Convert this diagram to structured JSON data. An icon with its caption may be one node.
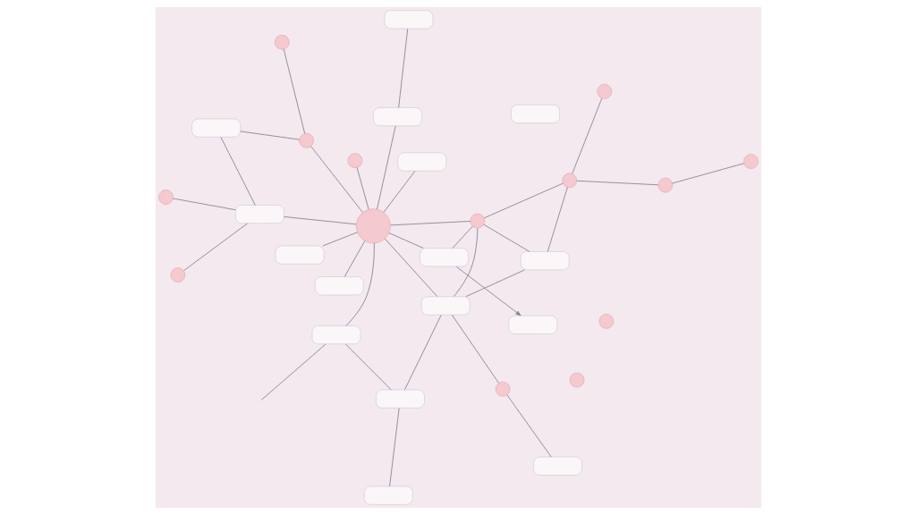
{
  "diagram": {
    "nodes": [
      {
        "text": [],
        "shape": "circle"
      },
      {
        "text": [],
        "shape": "box"
      },
      {
        "text": [],
        "shape": "box"
      },
      {
        "text": [],
        "shape": "box"
      },
      {
        "text": [],
        "shape": "box"
      },
      {
        "text": [],
        "shape": "box"
      },
      {
        "text": [],
        "shape": "box"
      },
      {
        "text": [],
        "shape": "box"
      },
      {
        "text": [],
        "shape": "box"
      },
      {
        "text": [],
        "shape": "box"
      },
      {
        "text": [],
        "shape": "box"
      },
      {
        "text": [],
        "shape": "box"
      },
      {
        "text": [],
        "shape": "box"
      },
      {
        "text": [],
        "shape": "box"
      },
      {
        "text": [],
        "shape": "box"
      },
      {
        "text": [],
        "shape": "box"
      },
      {
        "text": [],
        "shape": "box"
      },
      {
        "text": [],
        "shape": "circle"
      },
      {
        "text": [],
        "shape": "circle"
      },
      {
        "text": [],
        "shape": "circle"
      },
      {
        "text": [],
        "shape": "circle"
      },
      {
        "text": [],
        "shape": "circle"
      },
      {
        "text": [],
        "shape": "circle"
      },
      {
        "text": [],
        "shape": "circle"
      },
      {
        "text": [],
        "shape": "circle"
      },
      {
        "text": [],
        "shape": "circle"
      },
      {
        "text": [],
        "shape": "circle"
      },
      {
        "text": [],
        "shape": "circle"
      },
      {
        "text": [],
        "shape": "circle"
      },
      {
        "text": [],
        "shape": "circle"
      }
    ],
    "edges": [
      {
        "from": 1,
        "to": 5,
        "arrow": "none"
      },
      {
        "from": 5,
        "to": 0,
        "arrow": "none"
      },
      {
        "from": 2,
        "to": 0,
        "arrow": "none"
      },
      {
        "from": 4,
        "to": 0,
        "arrow": "none"
      },
      {
        "from": 8,
        "to": 0,
        "arrow": "none"
      },
      {
        "from": 17,
        "to": 11,
        "arrow": "none"
      },
      {
        "from": 11,
        "to": 0,
        "arrow": "none"
      },
      {
        "from": 18,
        "to": 11,
        "arrow": "none"
      },
      {
        "from": 15,
        "to": 11,
        "arrow": "none"
      },
      {
        "from": 15,
        "to": 19,
        "arrow": "none"
      },
      {
        "from": 19,
        "to": 0,
        "arrow": "none"
      },
      {
        "from": 19,
        "to": 21,
        "arrow": "none"
      },
      {
        "from": 20,
        "to": 0,
        "arrow": "none"
      },
      {
        "from": 13,
        "to": 0,
        "arrow": "none"
      },
      {
        "from": 13,
        "to": 16,
        "arrow": "to"
      },
      {
        "from": 13,
        "to": 23,
        "arrow": "none"
      },
      {
        "from": 23,
        "to": 0,
        "arrow": "none"
      },
      {
        "from": 0,
        "to": 10,
        "arrow": "none"
      },
      {
        "from": 9,
        "to": 0,
        "arrow": "none"
      },
      {
        "from": 9,
        "to": null,
        "arrow": "none"
      },
      {
        "from": 6,
        "to": 9,
        "arrow": "none"
      },
      {
        "from": 3,
        "to": 6,
        "arrow": "none"
      },
      {
        "from": 6,
        "to": 10,
        "arrow": "none"
      },
      {
        "from": 7,
        "to": 28,
        "arrow": "none"
      },
      {
        "from": 28,
        "to": 10,
        "arrow": "none"
      },
      {
        "from": 23,
        "to": 10,
        "arrow": "none"
      },
      {
        "from": 23,
        "to": 24,
        "arrow": "none"
      },
      {
        "from": 24,
        "to": 14,
        "arrow": "none"
      },
      {
        "from": 23,
        "to": 14,
        "arrow": "none"
      },
      {
        "from": 24,
        "to": 26,
        "arrow": "none"
      },
      {
        "from": 25,
        "to": 24,
        "arrow": "none"
      },
      {
        "from": 25,
        "to": 29,
        "arrow": "none"
      },
      {
        "from": 10,
        "to": 14,
        "arrow": "none"
      }
    ]
  }
}
